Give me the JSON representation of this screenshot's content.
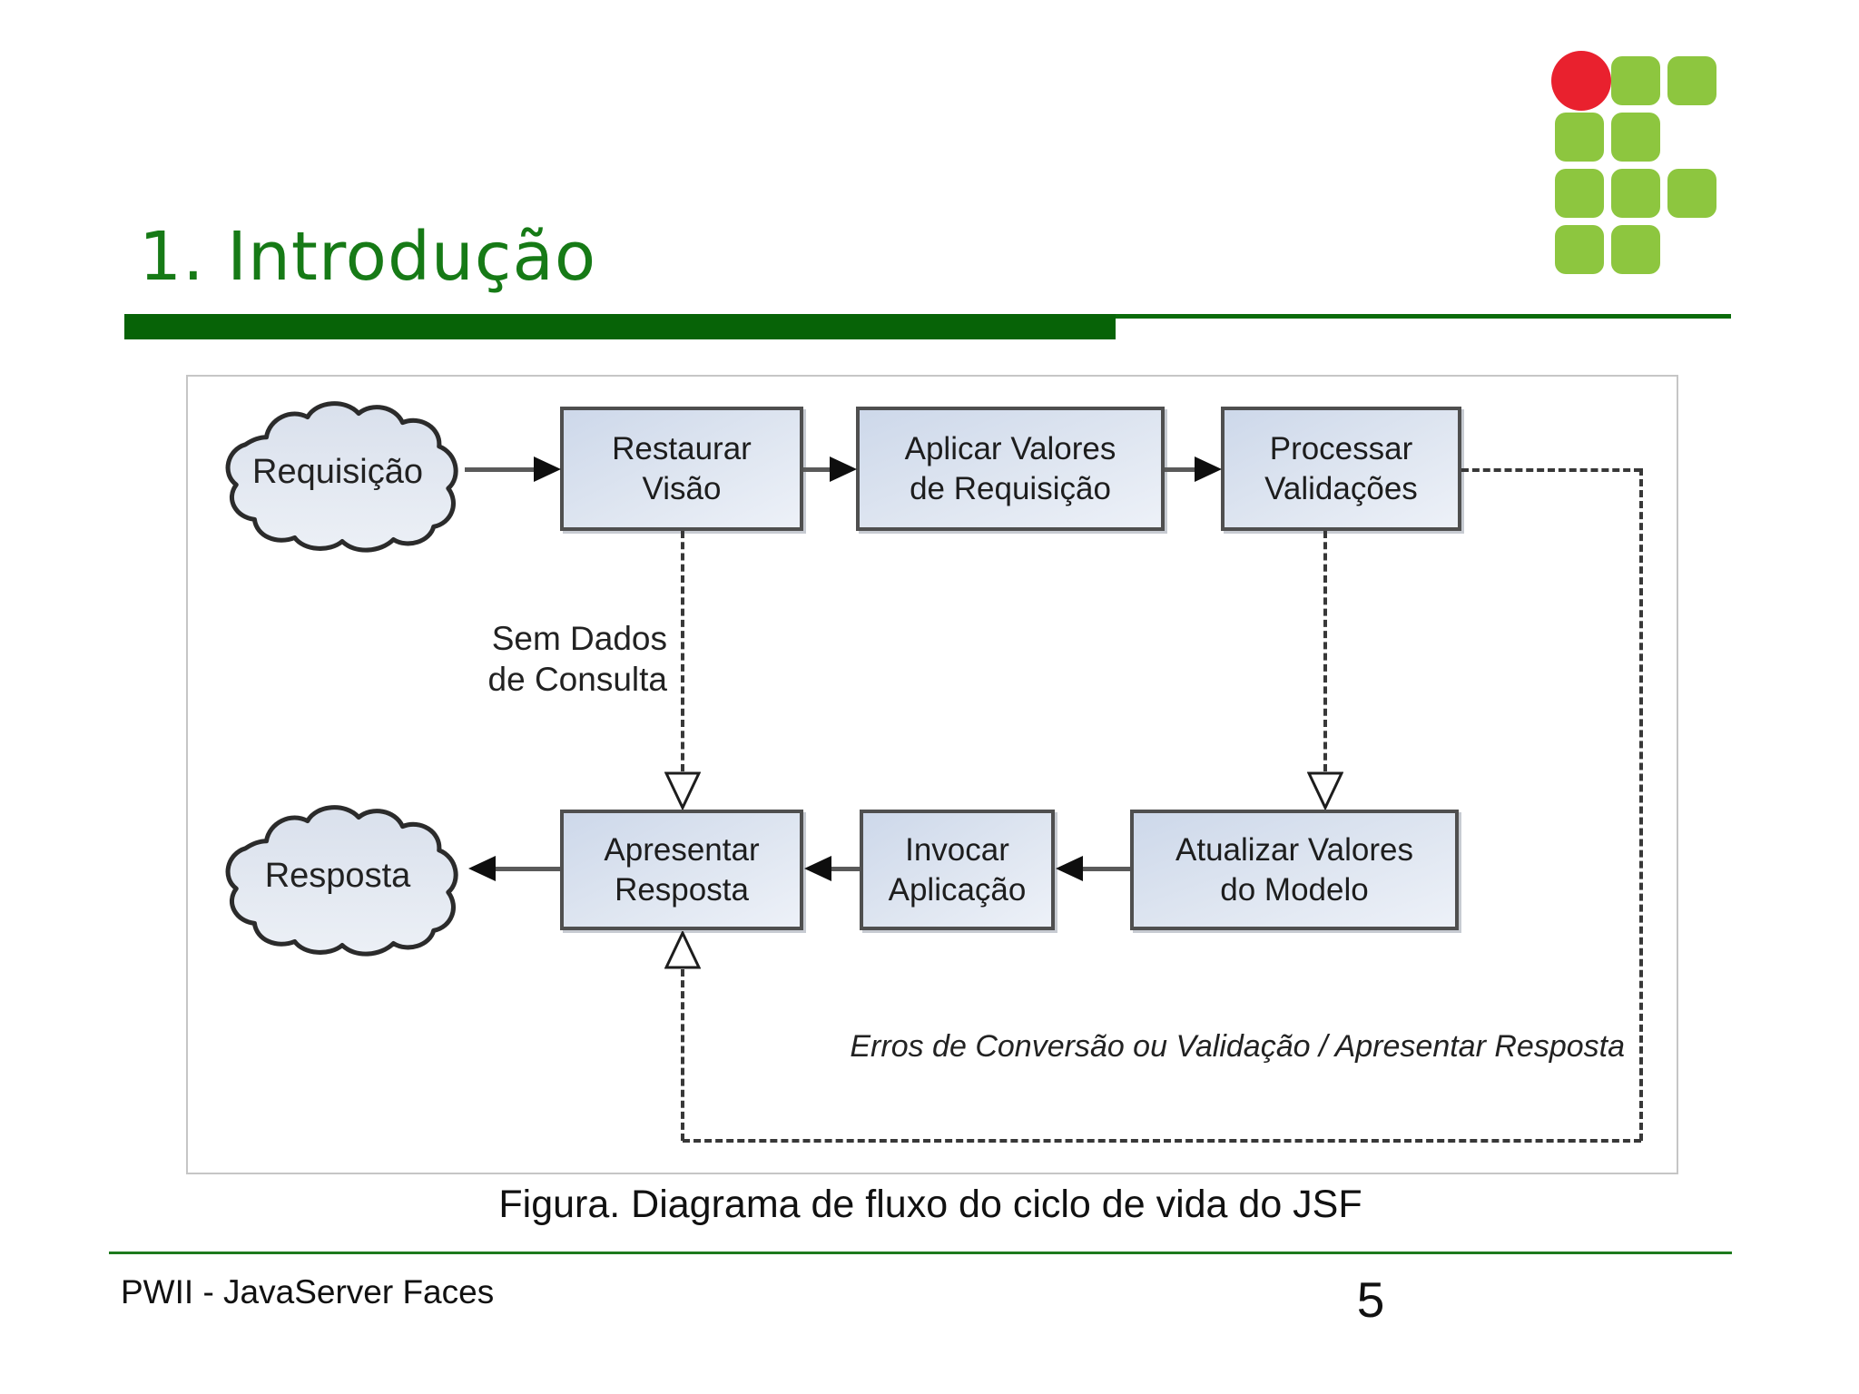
{
  "slide": {
    "title": "1. Introdução",
    "figure_caption": "Figura. Diagrama de fluxo do ciclo de vida do JSF",
    "footer": "PWII - JavaServer Faces",
    "page_number": "5"
  },
  "logo": {
    "name": "instituto-federal-logo",
    "green": "#8dc63f",
    "red": "#e9212e"
  },
  "colors": {
    "title_green": "#167a16",
    "bar_green": "#076307",
    "divider_green": "#1d7a1d",
    "node_border": "#4f4f4f",
    "node_fill_dark": "#cdd8ea",
    "node_fill_light": "#edf1f8",
    "cloud_fill": "#e2e7f0",
    "connector_gray": "#5a5a5a",
    "dashed_line": "#383838"
  },
  "diagram": {
    "clouds": {
      "requisicao": "Requisição",
      "resposta": "Resposta"
    },
    "boxes": {
      "restaurar": {
        "line1": "Restaurar",
        "line2": "Visão"
      },
      "aplicar": {
        "line1": "Aplicar Valores",
        "line2": "de Requisição"
      },
      "processar": {
        "line1": "Processar",
        "line2": "Validações"
      },
      "apresentar": {
        "line1": "Apresentar",
        "line2": "Resposta"
      },
      "invocar": {
        "line1": "Invocar",
        "line2": "Aplicação"
      },
      "atualizar": {
        "line1": "Atualizar Valores",
        "line2": "do Modelo"
      }
    },
    "labels": {
      "sem_dados_line1": "Sem Dados",
      "sem_dados_line2": "de Consulta",
      "erros": "Erros de Conversão ou Validação / Apresentar Resposta"
    }
  }
}
